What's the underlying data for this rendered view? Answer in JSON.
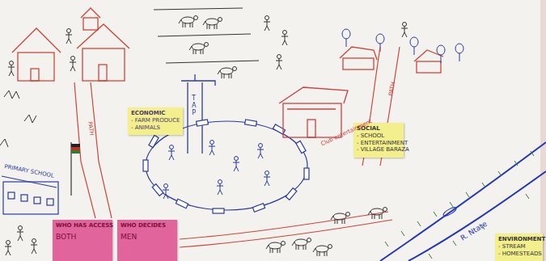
{
  "diagram": {
    "nodes": [
      {
        "text": [
          "ECONOMIC",
          "- FARM PRODUCE",
          "- ANIMALS"
        ]
      },
      {
        "text": [
          "SOCIAL",
          "- SCHOOL",
          "- ENTERTAINMENT",
          "- VILLAGE BARAZA"
        ]
      },
      {
        "text": [
          "WHO HAS ACCESS",
          "BOTH"
        ]
      },
      {
        "text": [
          "WHO DECIDES",
          "MEN"
        ]
      },
      {
        "text": [
          "ENVIRONMENT",
          "- STREAM",
          "- HOMESTEADS"
        ]
      }
    ],
    "labels": [
      "PRIMARY SCHOOL",
      "TAP",
      "Club entertainment",
      "PATH",
      "PATH",
      "R. Ntate"
    ]
  }
}
